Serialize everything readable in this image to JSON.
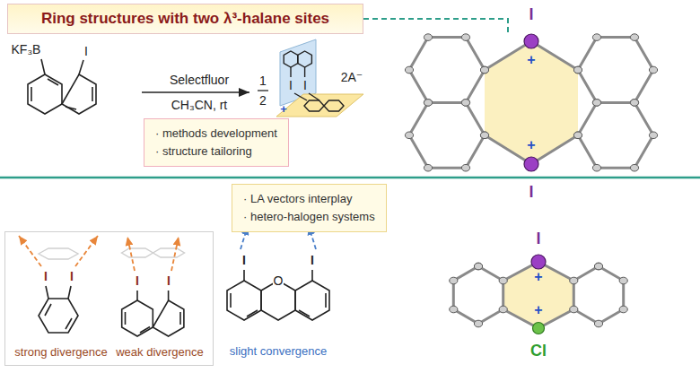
{
  "diagram": {
    "nodes": [
      {
        "text": [
          "Ring structures with two λ³-halane sites"
        ]
      },
      {
        "text": [
          "· methods development",
          "· structure tailoring"
        ]
      },
      {
        "text": [
          "strong divergence",
          "weak divergence"
        ]
      },
      {
        "text": [
          "· LA vectors interplay",
          "· hetero-halogen systems"
        ]
      }
    ],
    "labels": [
      "KF₃B",
      "I",
      "Selectfluor",
      "CH₃CN, rt",
      "1",
      "2",
      "2A⁻",
      "I",
      "I",
      "+",
      "I",
      "+",
      "+",
      "I",
      "I",
      "I",
      "I",
      "I",
      "O",
      "I",
      "I",
      "I",
      "+",
      "+",
      "Cl",
      "slight convergence"
    ]
  }
}
